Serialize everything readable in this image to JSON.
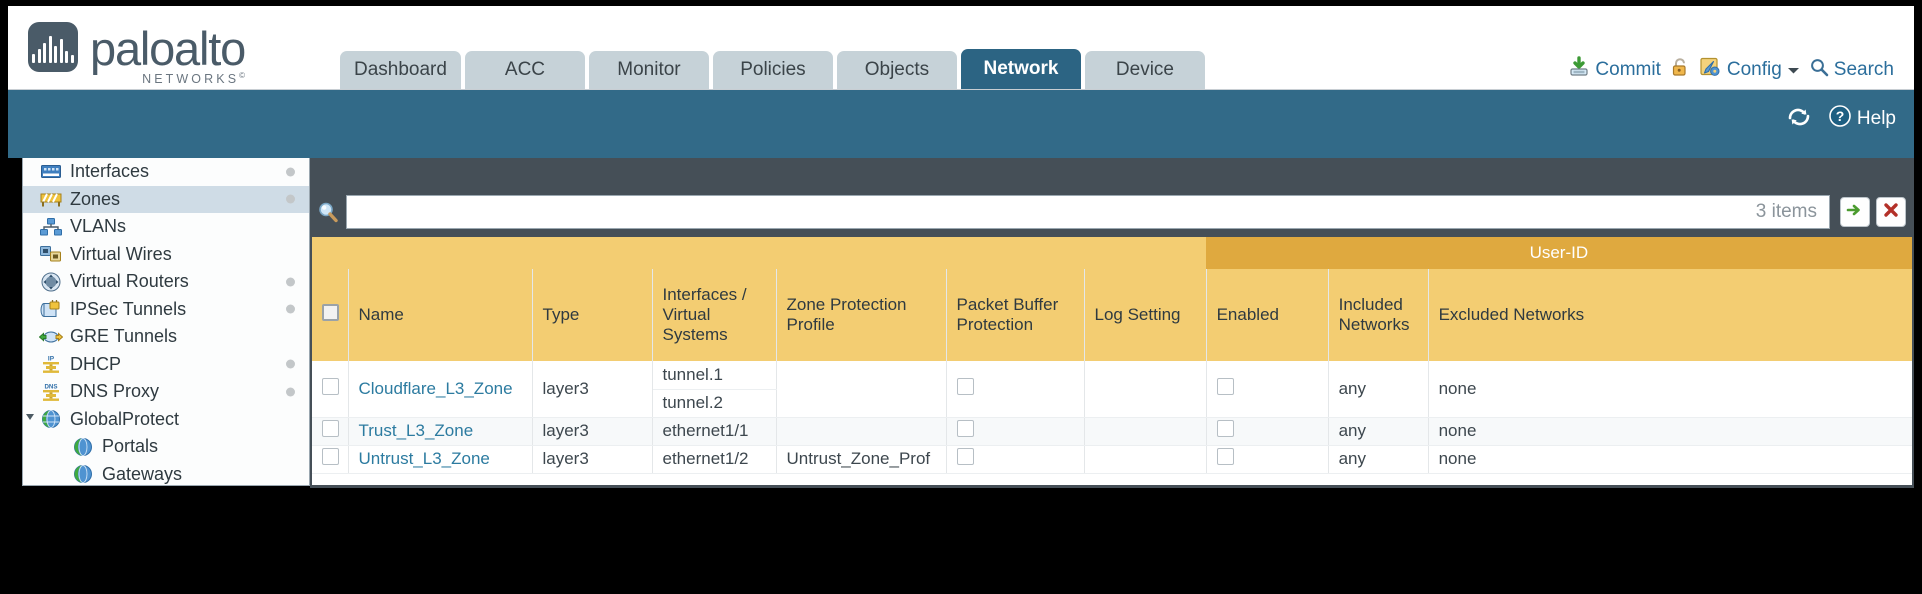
{
  "brand": {
    "name": "paloalto",
    "tagline": "NETWORKS",
    "mark": "paloalto-logo-icon"
  },
  "tabs": [
    {
      "label": "Dashboard",
      "active": false
    },
    {
      "label": "ACC",
      "active": false
    },
    {
      "label": "Monitor",
      "active": false
    },
    {
      "label": "Policies",
      "active": false
    },
    {
      "label": "Objects",
      "active": false
    },
    {
      "label": "Network",
      "active": true
    },
    {
      "label": "Device",
      "active": false
    }
  ],
  "top_actions": {
    "commit": "Commit",
    "commit_icon": "commit-save-icon",
    "lock_icon": "padlock-icon",
    "config": "Config",
    "config_icon": "config-wrench-icon",
    "config_caret": "chevron-down-icon",
    "search": "Search",
    "search_icon": "magnifier-icon"
  },
  "blueband": {
    "refresh_icon": "refresh-icon",
    "help": "Help",
    "help_icon": "help-question-icon"
  },
  "sidebar": {
    "items": [
      {
        "label": "Interfaces",
        "icon": "interfaces-icon",
        "dot": true,
        "selected": false,
        "child": false,
        "caret": ""
      },
      {
        "label": "Zones",
        "icon": "zones-icon",
        "dot": true,
        "selected": true,
        "child": false,
        "caret": ""
      },
      {
        "label": "VLANs",
        "icon": "vlans-icon",
        "dot": false,
        "selected": false,
        "child": false,
        "caret": ""
      },
      {
        "label": "Virtual Wires",
        "icon": "virtual-wires-icon",
        "dot": false,
        "selected": false,
        "child": false,
        "caret": ""
      },
      {
        "label": "Virtual Routers",
        "icon": "virtual-routers-icon",
        "dot": true,
        "selected": false,
        "child": false,
        "caret": ""
      },
      {
        "label": "IPSec Tunnels",
        "icon": "ipsec-tunnels-icon",
        "dot": true,
        "selected": false,
        "child": false,
        "caret": ""
      },
      {
        "label": "GRE Tunnels",
        "icon": "gre-tunnels-icon",
        "dot": false,
        "selected": false,
        "child": false,
        "caret": ""
      },
      {
        "label": "DHCP",
        "icon": "dhcp-icon",
        "dot": true,
        "selected": false,
        "child": false,
        "caret": ""
      },
      {
        "label": "DNS Proxy",
        "icon": "dns-proxy-icon",
        "dot": true,
        "selected": false,
        "child": false,
        "caret": ""
      },
      {
        "label": "GlobalProtect",
        "icon": "globalprotect-icon",
        "dot": false,
        "selected": false,
        "child": false,
        "caret": "open"
      },
      {
        "label": "Portals",
        "icon": "portals-icon",
        "dot": false,
        "selected": false,
        "child": true,
        "caret": ""
      },
      {
        "label": "Gateways",
        "icon": "gateways-icon",
        "dot": false,
        "selected": false,
        "child": true,
        "caret": ""
      }
    ]
  },
  "search_bar": {
    "icon": "magnifier-icon",
    "value": "",
    "placeholder": "",
    "item_count": "3 items",
    "apply_icon": "green-arrow-icon",
    "clear_icon": "red-x-icon"
  },
  "table": {
    "group_header": {
      "label": "User-ID",
      "span": 3
    },
    "columns": [
      "Name",
      "Type",
      "Interfaces / Virtual Systems",
      "Zone Protection Profile",
      "Packet Buffer Protection",
      "Log Setting",
      "Enabled",
      "Included Networks",
      "Excluded Networks"
    ],
    "rows": [
      {
        "selected": false,
        "name": "Cloudflare_L3_Zone",
        "type": "layer3",
        "interfaces": [
          "tunnel.1",
          "tunnel.2"
        ],
        "zone_protection_profile": "",
        "packet_buffer_protection": false,
        "log_setting": "",
        "userid_enabled": false,
        "included_networks": "any",
        "excluded_networks": "none"
      },
      {
        "selected": false,
        "name": "Trust_L3_Zone",
        "type": "layer3",
        "interfaces": [
          "ethernet1/1"
        ],
        "zone_protection_profile": "",
        "packet_buffer_protection": false,
        "log_setting": "",
        "userid_enabled": false,
        "included_networks": "any",
        "excluded_networks": "none"
      },
      {
        "selected": false,
        "name": "Untrust_L3_Zone",
        "type": "layer3",
        "interfaces": [
          "ethernet1/2"
        ],
        "zone_protection_profile": "Untrust_Zone_Prof",
        "packet_buffer_protection": false,
        "log_setting": "",
        "userid_enabled": false,
        "included_networks": "any",
        "excluded_networks": "none"
      }
    ]
  },
  "colors": {
    "brand_slate": "#4a5b68",
    "tab_active": "#2c6483",
    "tab_inactive": "#c6d2d8",
    "band_blue": "#326a88",
    "header_gold": "#f3cd72",
    "group_gold": "#dfa93f",
    "link_teal": "#2c7ba0",
    "panel_dark": "#454f57"
  }
}
